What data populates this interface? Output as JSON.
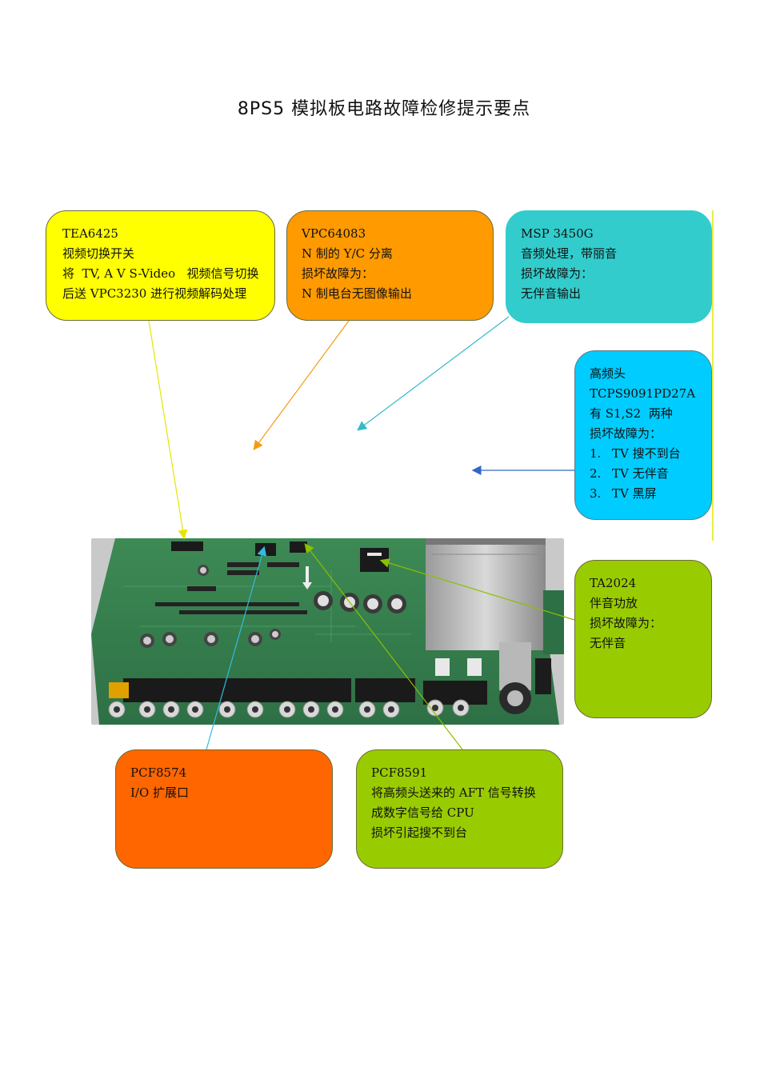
{
  "title": "8PS5 模拟板电路故障检修提示要点",
  "callouts": {
    "tea": {
      "color": "#ffff00",
      "lines": [
        "TEA6425",
        "视频切换开关",
        "将  TV, A V S-Video   视频信号切换",
        "后送 VPC3230 进行视频解码处理"
      ]
    },
    "vpc": {
      "color": "#ff9a00",
      "lines": [
        "VPC64083",
        "N 制的 Y/C 分离",
        "损坏故障为：",
        "N 制电台无图像输出"
      ]
    },
    "msp": {
      "color": "#33cccc",
      "lines": [
        "MSP 3450G",
        "音频处理，带丽音",
        "损坏故障为：",
        "无伴音输出"
      ]
    },
    "tuner": {
      "color": "#00ccff",
      "lines": [
        "高频头",
        "TCPS9091PD27A",
        "有 S1,S2  两种",
        "损坏故障为："
      ],
      "list": [
        {
          "num": "1.",
          "text": "TV 搜不到台"
        },
        {
          "num": "2.",
          "text": "TV 无伴音"
        },
        {
          "num": "3.",
          "text": "TV 黑屏"
        }
      ]
    },
    "ta": {
      "color": "#99cc00",
      "lines": [
        "TA2024",
        "伴音功放",
        "损坏故障为：",
        "无伴音"
      ]
    },
    "pcf8574": {
      "color": "#ff6600",
      "lines": [
        "PCF8574",
        "I/O 扩展口"
      ]
    },
    "pcf8591": {
      "color": "#99cc00",
      "lines": [
        "PCF8591",
        "将高频头送来的 AFT 信号转换",
        "成数字信号给 CPU",
        "损坏引起搜不到台"
      ]
    }
  }
}
